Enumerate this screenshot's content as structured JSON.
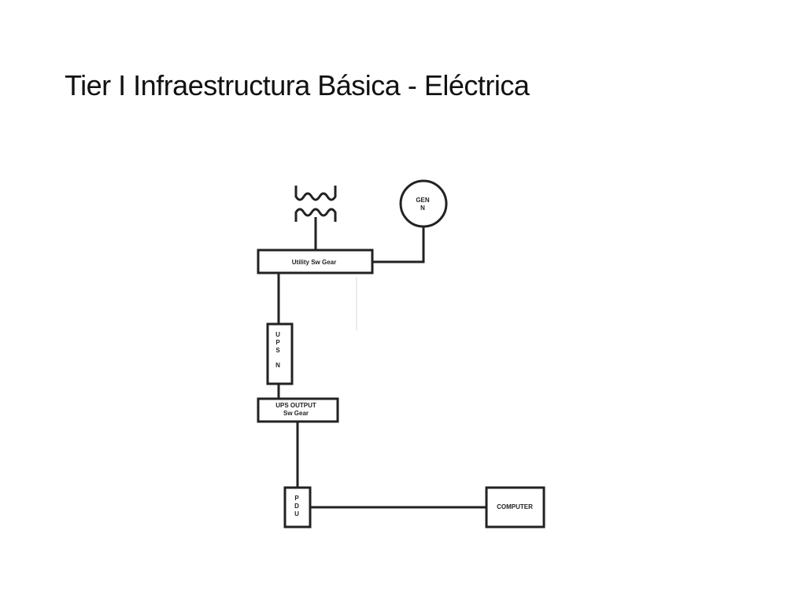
{
  "slide": {
    "title": "Tier I Infraestructura Básica - Eléctrica"
  },
  "diagram": {
    "generator": {
      "line1": "GEN",
      "line2": "N"
    },
    "utility_switchgear": "Utility Sw Gear",
    "ups": {
      "letters": [
        "U",
        "P",
        "S",
        "",
        "N"
      ]
    },
    "ups_output_switchgear": {
      "line1": "UPS OUTPUT",
      "line2": "Sw Gear"
    },
    "pdu": {
      "letters": [
        "P",
        "D",
        "U"
      ]
    },
    "computer": "COMPUTER"
  }
}
